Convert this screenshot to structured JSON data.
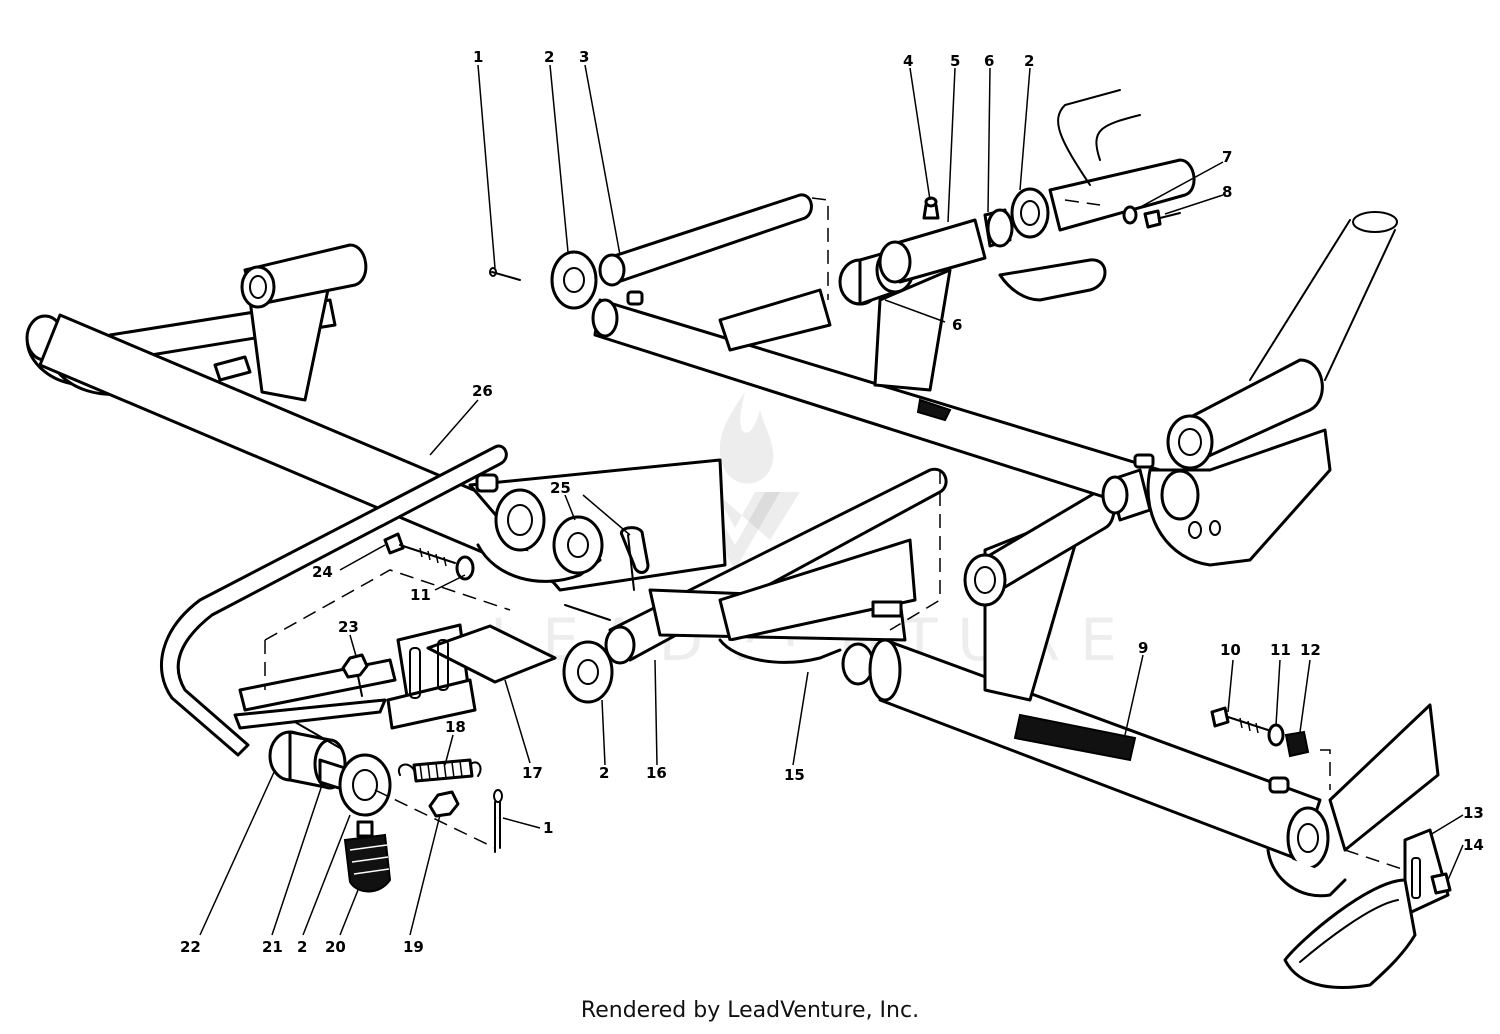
{
  "diagram": {
    "type": "exploded-parts-view",
    "callouts": [
      {
        "id": "c1-top",
        "label": "1"
      },
      {
        "id": "c2-top-left",
        "label": "2"
      },
      {
        "id": "c3",
        "label": "3"
      },
      {
        "id": "c4",
        "label": "4"
      },
      {
        "id": "c5",
        "label": "5"
      },
      {
        "id": "c6-top",
        "label": "6"
      },
      {
        "id": "c2-top-right",
        "label": "2"
      },
      {
        "id": "c7",
        "label": "7"
      },
      {
        "id": "c8",
        "label": "8"
      },
      {
        "id": "c6-mid",
        "label": "6"
      },
      {
        "id": "c26",
        "label": "26"
      },
      {
        "id": "c25",
        "label": "25"
      },
      {
        "id": "c24",
        "label": "24"
      },
      {
        "id": "c11-left",
        "label": "11"
      },
      {
        "id": "c23",
        "label": "23"
      },
      {
        "id": "c9",
        "label": "9"
      },
      {
        "id": "c10",
        "label": "10"
      },
      {
        "id": "c11-right",
        "label": "11"
      },
      {
        "id": "c12",
        "label": "12"
      },
      {
        "id": "c18",
        "label": "18"
      },
      {
        "id": "c17",
        "label": "17"
      },
      {
        "id": "c2-mid",
        "label": "2"
      },
      {
        "id": "c16",
        "label": "16"
      },
      {
        "id": "c15",
        "label": "15"
      },
      {
        "id": "c1-bottom",
        "label": "1"
      },
      {
        "id": "c13",
        "label": "13"
      },
      {
        "id": "c14",
        "label": "14"
      },
      {
        "id": "c22",
        "label": "22"
      },
      {
        "id": "c21",
        "label": "21"
      },
      {
        "id": "c2-bottom",
        "label": "2"
      },
      {
        "id": "c20",
        "label": "20"
      },
      {
        "id": "c19",
        "label": "19"
      }
    ]
  },
  "watermark": {
    "text": "LEADVENTURE"
  },
  "footer": {
    "credit": "Rendered by LeadVenture, Inc."
  }
}
